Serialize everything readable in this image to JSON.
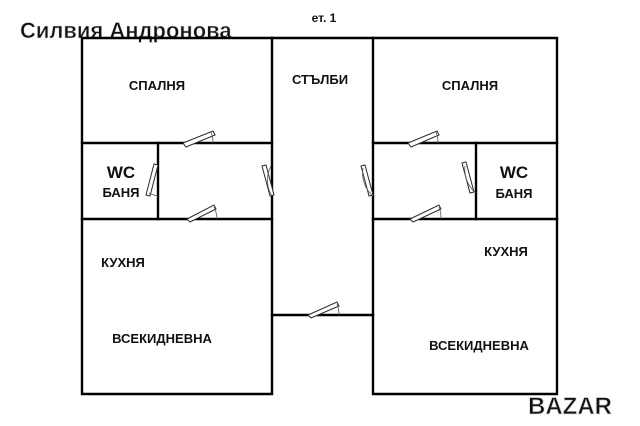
{
  "watermark": {
    "top": "Силвия Андронова",
    "bottom": "BAZAR"
  },
  "plan": {
    "floor_label": "ет. 1",
    "stairs": "СТЪЛБИ",
    "left": {
      "bedroom": "СПАЛНЯ",
      "wc": "WC",
      "bathroom": "БАНЯ",
      "kitchen": "КУХНЯ",
      "living_room": "ВСЕКИДНЕВНА"
    },
    "right": {
      "bedroom": "СПАЛНЯ",
      "wc": "WC",
      "bathroom": "БАНЯ",
      "kitchen": "КУХНЯ",
      "living_room": "ВСЕКИДНЕВНА"
    }
  }
}
